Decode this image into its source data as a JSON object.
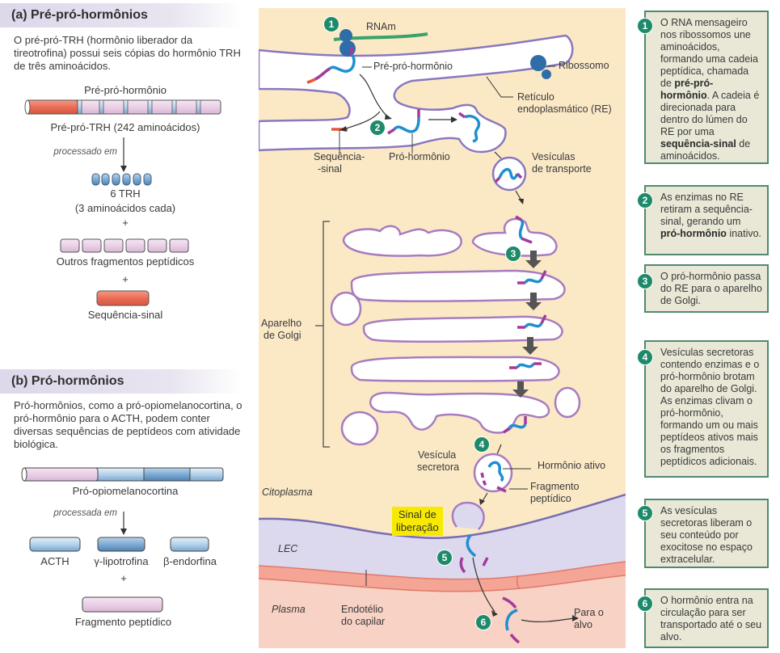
{
  "panel_a": {
    "title": "(a) Pré-pró-hormônios",
    "description": "O pré-pró-TRH (hormônio liberador da tireotrofina) possui seis cópias do hormônio TRH de três aminoácidos.",
    "bar_label_top": "Pré-pró-hormônio",
    "bar_label_bottom": "Pré-pró-TRH (242 aminoácidos)",
    "processed_label": "processado em",
    "trh_count_label": "6 TRH",
    "trh_detail_label": "(3 aminoácidos cada)",
    "plus": "+",
    "fragments_label": "Outros fragmentos peptídicos",
    "signal_label": "Sequência-sinal"
  },
  "panel_b": {
    "title": "(b) Pró-hormônios",
    "description": "Pró-hormônios, como a pró-opiomelanocortina, o pró-hormônio para o ACTH, podem conter diversas sequências de peptídeos com atividade biológica.",
    "bar_label": "Pró-opiomelanocortina",
    "processed_label": "processada em",
    "products": [
      "ACTH",
      "γ-lipotrofina",
      "β-endorfina"
    ],
    "plus": "+",
    "fragment_label": "Fragmento peptídico"
  },
  "diagram": {
    "labels": {
      "mrna": "RNAm",
      "preprohormone": "Pré-pró-hormônio",
      "ribosome": "Ribossomo",
      "er_line1": "Retículo",
      "er_line2": "endoplasmático (RE)",
      "signal_seq_line1": "Sequência-",
      "signal_seq_line2": "-sinal",
      "prohormone": "Pró-hormônio",
      "transport_line1": "Vesículas",
      "transport_line2": "de transporte",
      "golgi_line1": "Aparelho",
      "golgi_line2": "de Golgi",
      "secretory_line1": "Vesícula",
      "secretory_line2": "secretora",
      "active_hormone": "Hormônio ativo",
      "fragment_line1": "Fragmento",
      "fragment_line2": "peptídico",
      "cytoplasm": "Citoplasma",
      "release_line1": "Sinal de",
      "release_line2": "liberação",
      "ecf": "LEC",
      "plasma": "Plasma",
      "endothelium_line1": "Endotélio",
      "endothelium_line2": "do capilar",
      "target_line1": "Para o",
      "target_line2": "alvo"
    },
    "step_numbers": [
      "1",
      "2",
      "3",
      "4",
      "5",
      "6"
    ]
  },
  "steps": [
    {
      "num": "1",
      "parts": [
        {
          "t": "O RNA mensageiro nos ribossomos une aminoácidos, formando uma cadeia peptídica, chamada de ",
          "b": false
        },
        {
          "t": "pré-pró-hormônio",
          "b": true
        },
        {
          "t": ". A cadeia é direcionada para dentro do lúmen do RE por uma ",
          "b": false
        },
        {
          "t": "sequência-sinal",
          "b": true
        },
        {
          "t": " de aminoácidos.",
          "b": false
        }
      ]
    },
    {
      "num": "2",
      "parts": [
        {
          "t": "As enzimas no RE retiram a sequência-sinal, gerando um ",
          "b": false
        },
        {
          "t": "pró-hormônio",
          "b": true
        },
        {
          "t": " inativo.",
          "b": false
        }
      ]
    },
    {
      "num": "3",
      "parts": [
        {
          "t": "O pró-hormônio passa do RE para o aparelho de Golgi.",
          "b": false
        }
      ]
    },
    {
      "num": "4",
      "parts": [
        {
          "t": "Vesículas secretoras contendo enzimas e o pró-hormônio brotam do aparelho de Golgi. As enzimas clivam o pró-hormônio, formando um ou mais peptídeos ativos mais os fragmentos peptídicos adicionais.",
          "b": false
        }
      ]
    },
    {
      "num": "5",
      "parts": [
        {
          "t": "As vesículas secretoras liberam o seu conteúdo por exocitose no espaço extracelular.",
          "b": false
        }
      ]
    },
    {
      "num": "6",
      "parts": [
        {
          "t": "O hormônio entra na circulação para ser transportado até o seu alvo.",
          "b": false
        }
      ]
    }
  ],
  "colors": {
    "step_badge": "#1e8a6a",
    "step_box_bg": "#e9e7d6",
    "step_box_border": "#4f8a6f",
    "cytoplasm": "#fbe9c6",
    "ecf": "#dcd9ef",
    "plasma": "#f8d2c4",
    "membrane": "#a77cc0",
    "hormone_blue": "#1f8fd0",
    "fragment_magenta": "#a33a9c",
    "signal_red": "#e8553a",
    "release_signal": "#f7ea00"
  }
}
